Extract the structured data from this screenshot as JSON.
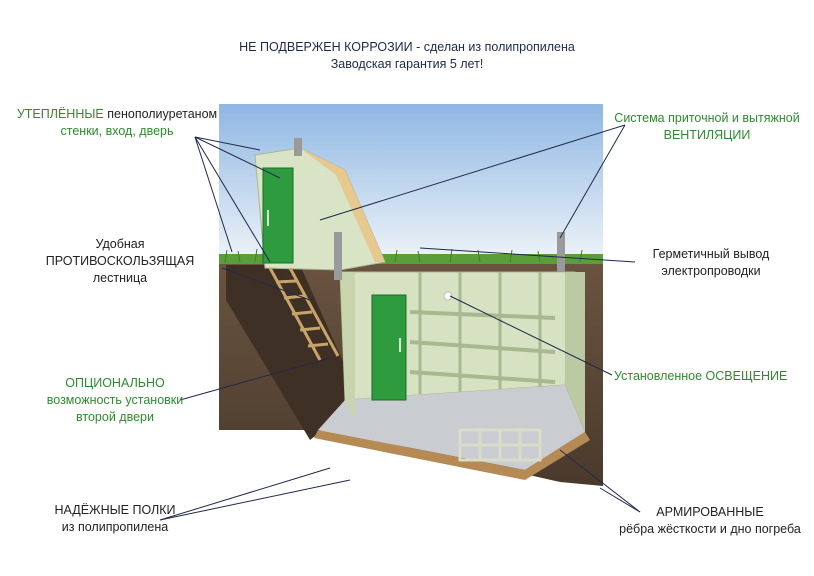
{
  "header": {
    "line1_bold": "НЕ ПОДВЕРЖЕН КОРРОЗИИ",
    "line1_rest": " - сделан из полипропилена",
    "line2": "Заводская гарантия 5 лет!"
  },
  "labels": {
    "insulated": {
      "emph": "УТЕПЛЁННЫЕ",
      "rest": " пенополиуретаном",
      "line2": "стенки, вход, дверь"
    },
    "ladder": {
      "line1": "Удобная",
      "line2": "ПРОТИВОСКОЛЬЗЯЩАЯ лестница"
    },
    "optional": {
      "emph": "ОПЦИОНАЛЬНО",
      "line2": "возможность установки",
      "line3": "второй двери"
    },
    "shelves": {
      "emph": "НАДЁЖНЫЕ ПОЛКИ",
      "line2": "из полипропилена"
    },
    "ventilation": {
      "line1": "Система приточной и вытяжной",
      "emph": "ВЕНТИЛЯЦИИ"
    },
    "wiring": {
      "line1": "Герметичный вывод",
      "line2": "электропроводки"
    },
    "lighting": {
      "rest": "Установленное ",
      "emph": "ОСВЕЩЕНИЕ"
    },
    "reinforced": {
      "emph": "АРМИРОВАННЫЕ",
      "line2": "рёбра жёсткости и дно погреба"
    }
  },
  "colors": {
    "accent_green": "#2e8b2e",
    "text_dark": "#222222",
    "sky_top": "#8fb7e3",
    "soil": "#5a4634",
    "plastic": "#cfdcb8",
    "door": "#2f9b3f"
  }
}
